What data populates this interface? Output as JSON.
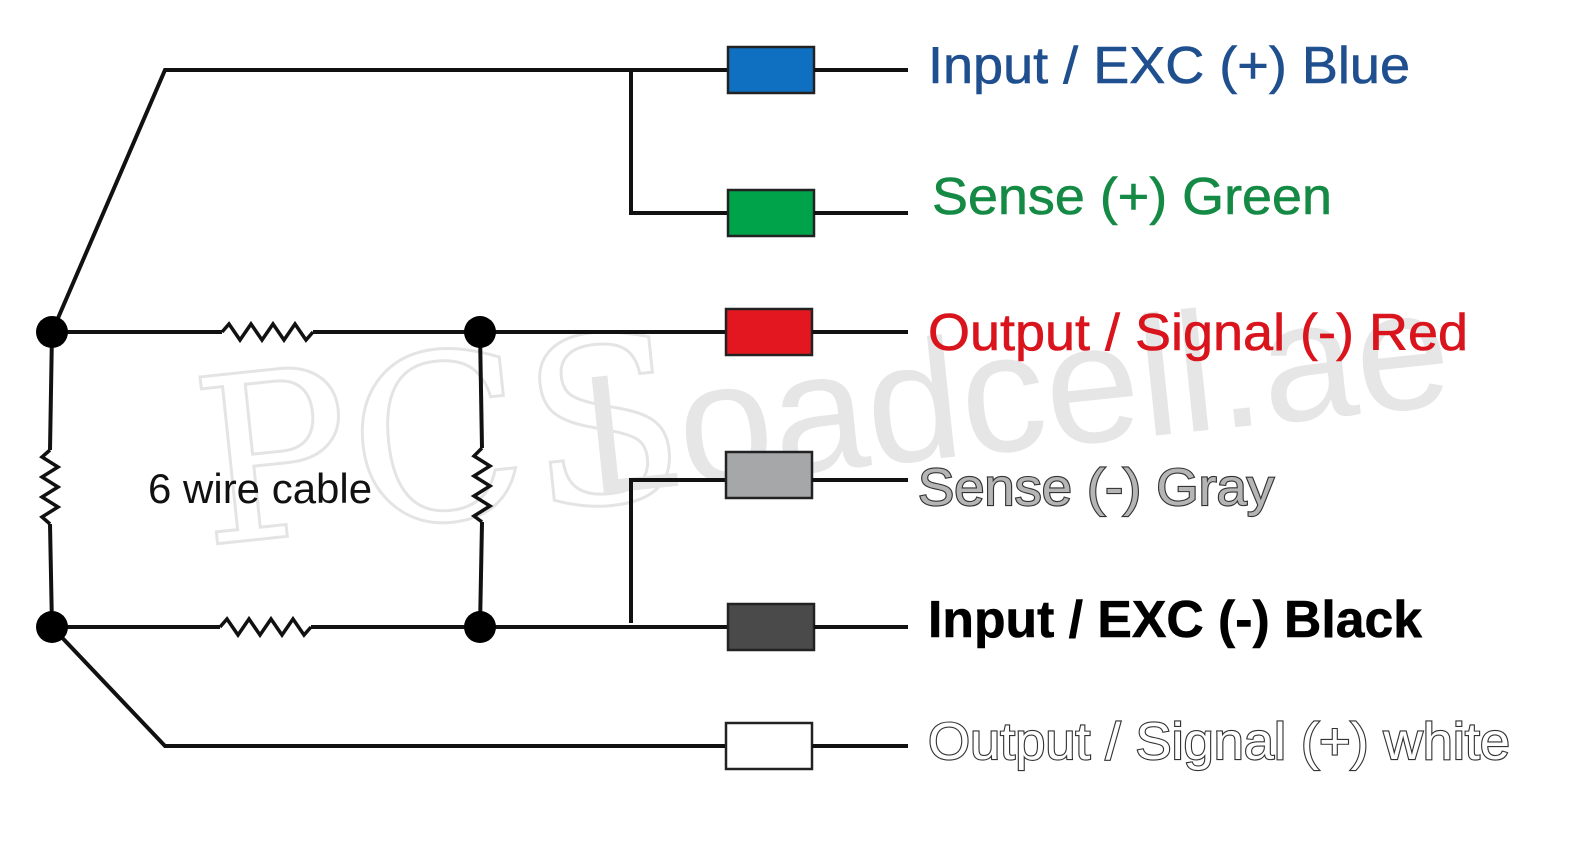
{
  "watermark": {
    "monogram": "PCS",
    "text": "Loadcell.ae"
  },
  "cable_label": "6 wire cable",
  "wires": [
    {
      "label": "Input / EXC (+) Blue",
      "chip_color": "#0f6fc0",
      "text_fill": "#1f4f8f",
      "text_stroke": "#1f4f8f",
      "bold": false
    },
    {
      "label": "Sense (+) Green",
      "chip_color": "#00a34a",
      "text_fill": "#148a45",
      "text_stroke": "#148a45",
      "bold": false
    },
    {
      "label": "Output / Signal (-) Red",
      "chip_color": "#e3171f",
      "text_fill": "#d9141c",
      "text_stroke": "#d9141c",
      "bold": false
    },
    {
      "label": "Sense (-) Gray",
      "chip_color": "#a6a7a9",
      "text_fill": "#b5b5b5",
      "text_stroke": "#333333",
      "bold": false
    },
    {
      "label": "Input / EXC (-) Black",
      "chip_color": "#4a4a4a",
      "text_fill": "#000000",
      "text_stroke": "#000000",
      "bold": true
    },
    {
      "label": "Output / Signal (+) white",
      "chip_color": "#ffffff",
      "text_fill": "#ffffff",
      "text_stroke": "#333333",
      "bold": false
    }
  ]
}
